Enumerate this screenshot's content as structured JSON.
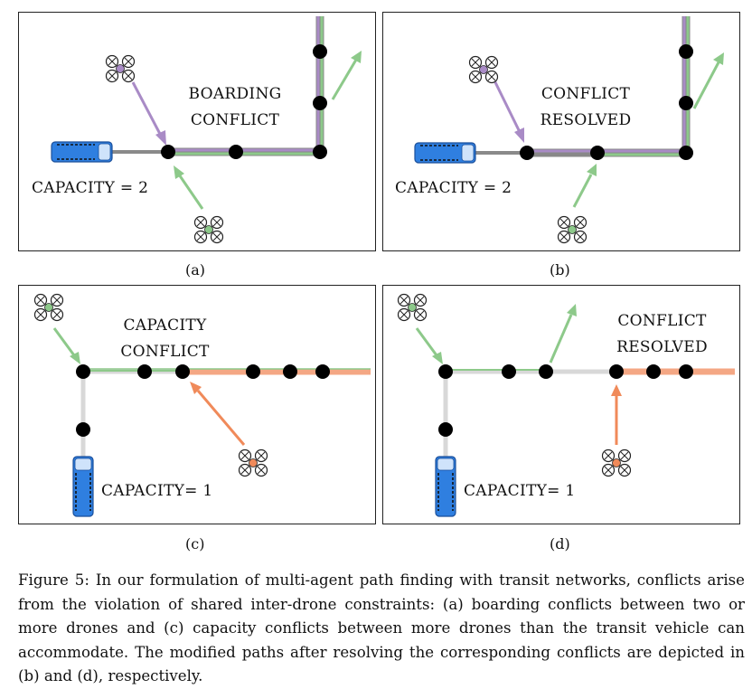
{
  "panels": [
    {
      "label": "(a)",
      "title_lines": [
        "BOARDING",
        "CONFLICT"
      ],
      "capacity": "CAPACITY = 2"
    },
    {
      "label": "(b)",
      "title_lines": [
        "CONFLICT",
        "RESOLVED"
      ],
      "capacity": "CAPACITY = 2"
    },
    {
      "label": "(c)",
      "title_lines": [
        "CAPACITY",
        "CONFLICT"
      ],
      "capacity": "CAPACITY= 1"
    },
    {
      "label": "(d)",
      "title_lines": [
        "CONFLICT",
        "RESOLVED"
      ],
      "capacity": "CAPACITY= 1"
    }
  ],
  "caption": "Figure 5: In our formulation of multi-agent path finding with transit networks, conflicts arise from the violation of shared inter-drone constraints: (a) boarding conflicts between two or more drones and (c) capacity conflicts between more drones than the transit vehicle can accommodate. The modified paths after resolving the corresponding conflicts are depicted in (b) and (d), respectively.",
  "colors": {
    "purple": "#a98bc6",
    "green": "#8dc98a",
    "orange": "#f08a5a",
    "route_gray": "#888888",
    "route_light": "#d8d8d8",
    "vehicle_blue": "#2f7fe0",
    "node": "#000000"
  },
  "icons": [
    "drone-icon",
    "bus-icon"
  ]
}
